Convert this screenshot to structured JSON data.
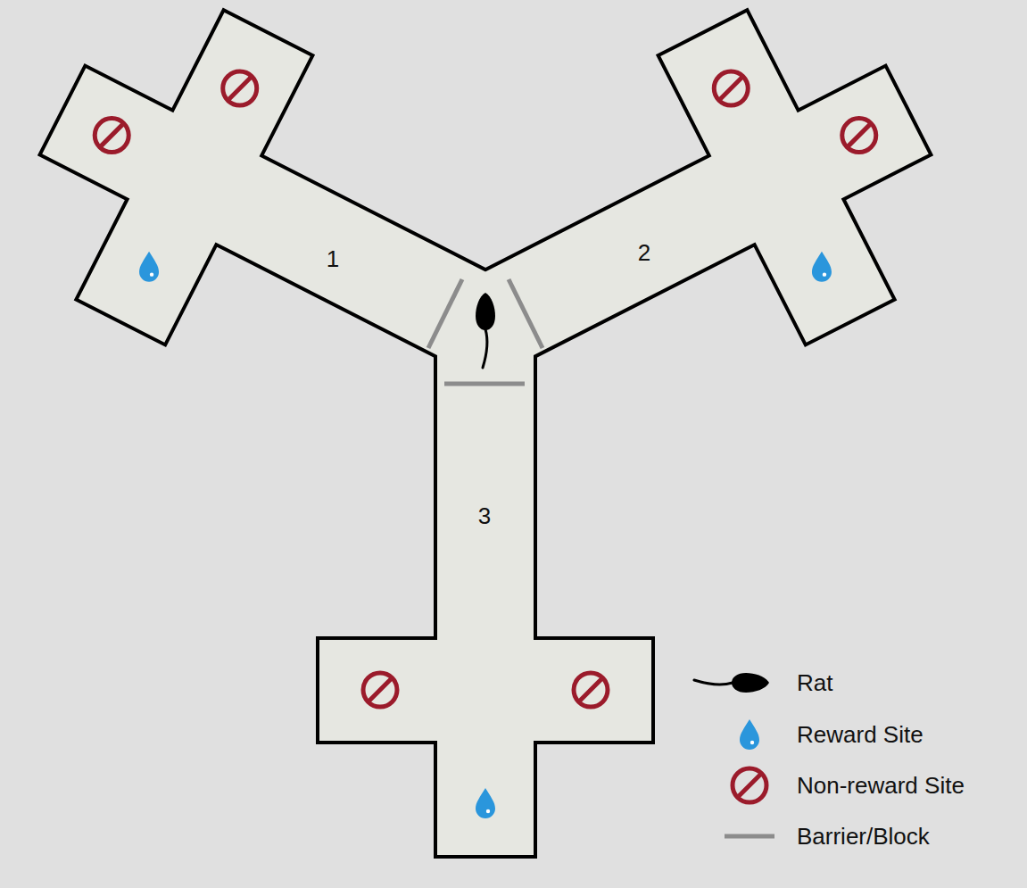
{
  "diagram": {
    "labels": [
      "1",
      "2",
      "3"
    ],
    "legend": [
      {
        "text": "Rat"
      },
      {
        "text": "Reward Site"
      },
      {
        "text": "Non-reward Site"
      },
      {
        "text": "Barrier/Block"
      }
    ]
  }
}
